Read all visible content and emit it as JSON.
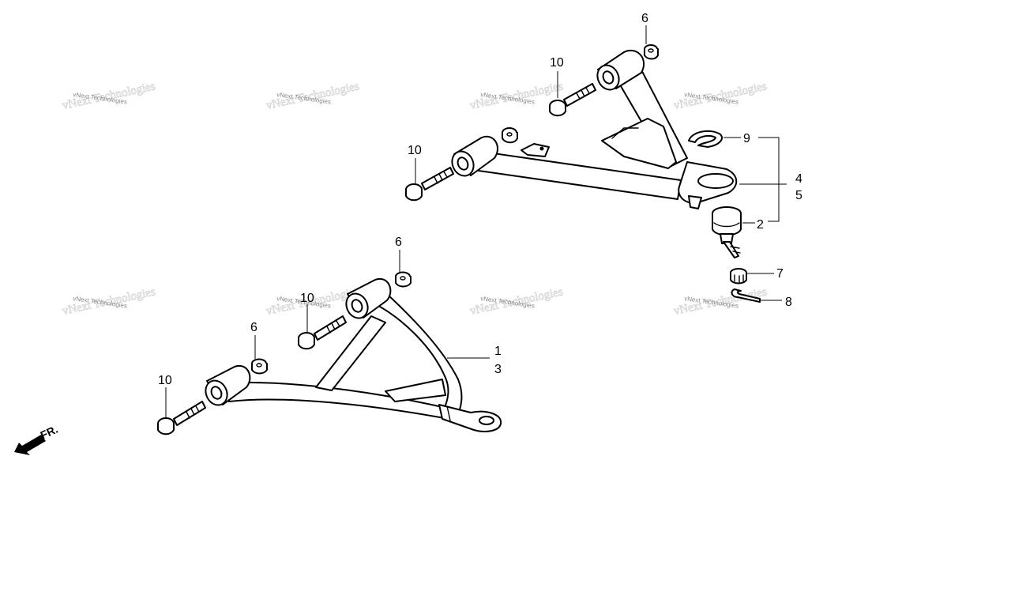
{
  "diagram": {
    "callouts": [
      {
        "id": "c6_top",
        "text": "6"
      },
      {
        "id": "c10_top",
        "text": "10"
      },
      {
        "id": "c10_upper_left",
        "text": "10"
      },
      {
        "id": "c9",
        "text": "9"
      },
      {
        "id": "c4",
        "text": "4"
      },
      {
        "id": "c5",
        "text": "5"
      },
      {
        "id": "c2",
        "text": "2"
      },
      {
        "id": "c7",
        "text": "7"
      },
      {
        "id": "c8",
        "text": "8"
      },
      {
        "id": "c6_mid",
        "text": "6"
      },
      {
        "id": "c10_mid",
        "text": "10"
      },
      {
        "id": "c6_low",
        "text": "6"
      },
      {
        "id": "c1",
        "text": "1"
      },
      {
        "id": "c3",
        "text": "3"
      },
      {
        "id": "c10_low",
        "text": "10"
      }
    ],
    "direction_label": "FR.",
    "watermark": "vNext Technologies"
  }
}
